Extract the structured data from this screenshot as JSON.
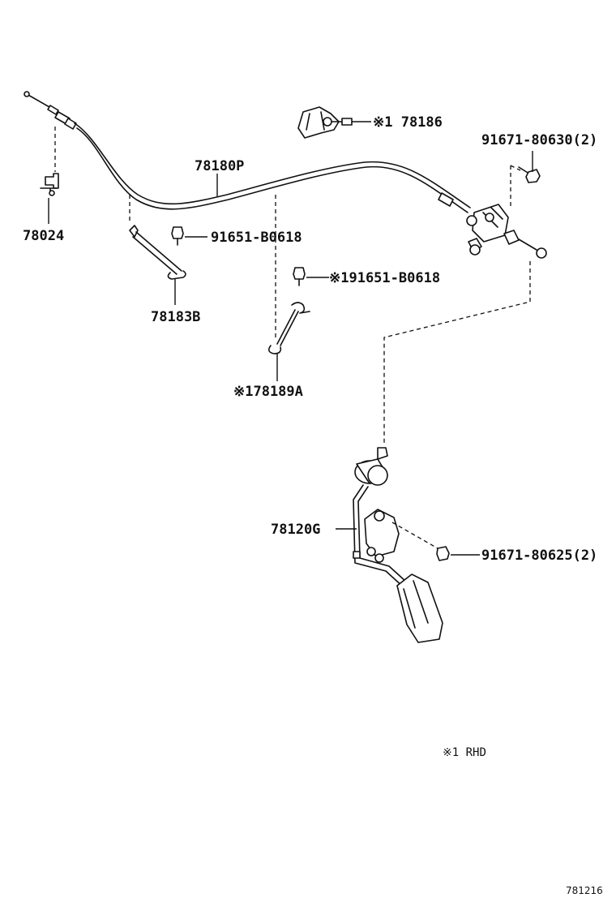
{
  "labels": {
    "p78186": "※1 78186",
    "p91671_80630": "91671-80630(2)",
    "p78180P": "78180P",
    "p78024": "78024",
    "p91651_B0618_a": "91651-B0618",
    "p91651_B0618_b": "※191651-B0618",
    "p78183B": "78183B",
    "p78189A": "※178189A",
    "p78120G": "78120G",
    "p91671_80625": "91671-80625(2)"
  },
  "legend": {
    "note": "※1   RHD"
  },
  "figure_code": "781216"
}
